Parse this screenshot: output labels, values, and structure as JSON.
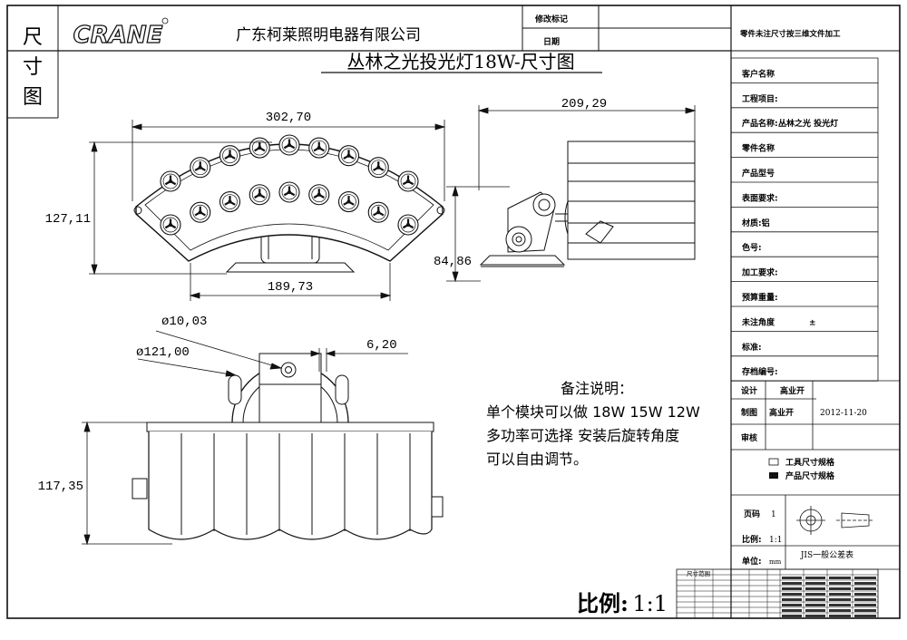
{
  "title_block": {
    "side_label": [
      "尺",
      "寸",
      "图"
    ],
    "logo": "CRANE",
    "company": "广东柯莱照明电器有限公司",
    "revision_mark": "修改标记",
    "date_label": "日期",
    "drawing_title": "丛林之光投光灯18W-尺寸图"
  },
  "dimensions": {
    "front_width": "302,70",
    "front_height": "127,11",
    "front_base_width": "189,73",
    "side_width": "209,29",
    "side_height": "84,86",
    "hole_diameter": "ø10,03",
    "arc_diameter": "ø121,00",
    "bracket_thickness": "6,20",
    "bottom_height": "117,35"
  },
  "notes": {
    "heading": "备注说明：",
    "lines": [
      "单个模块可以做 18W 15W 12W",
      "多功率可选择 安装后旋转角度",
      "可以自由调节。"
    ]
  },
  "scale_footer": {
    "label": "比例:",
    "value": "1:1"
  },
  "info_table": {
    "header": "零件未注尺寸按三维文件加工",
    "rows": [
      {
        "label": "客户名称",
        "value": ""
      },
      {
        "label": "工程项目:",
        "value": ""
      },
      {
        "label": "产品名称:",
        "value": "丛林之光 投光灯"
      },
      {
        "label": "零件名称",
        "value": ""
      },
      {
        "label": "产品型号",
        "value": ""
      },
      {
        "label": "表面要求:",
        "value": ""
      },
      {
        "label": "材质:铝",
        "value": ""
      },
      {
        "label": "色号:",
        "value": ""
      },
      {
        "label": "加工要求:",
        "value": ""
      },
      {
        "label": "预算重量:",
        "value": ""
      },
      {
        "label": "未注角度",
        "value": "±"
      },
      {
        "label": "标准:",
        "value": ""
      },
      {
        "label": "存档编号:",
        "value": ""
      }
    ],
    "design_label": "设计",
    "design_name": "高业开",
    "draw_label": "制图",
    "draw_name": "高业开",
    "date_value": "2012-11-20",
    "review_label": "审核",
    "legend_tool": "工具尺寸规格",
    "legend_product": "产品尺寸规格",
    "page_label": "页码",
    "page_value": "1",
    "scale_label": "比例:",
    "scale_value": "1:1",
    "unit_label": "单位:",
    "unit_value": "mm",
    "tolerance_title": "JIS一般公差表",
    "tolerance_subtitle": "尺寸范围"
  },
  "colors": {
    "line": "#111111",
    "background": "#ffffff",
    "fill_dark": "#222222"
  }
}
